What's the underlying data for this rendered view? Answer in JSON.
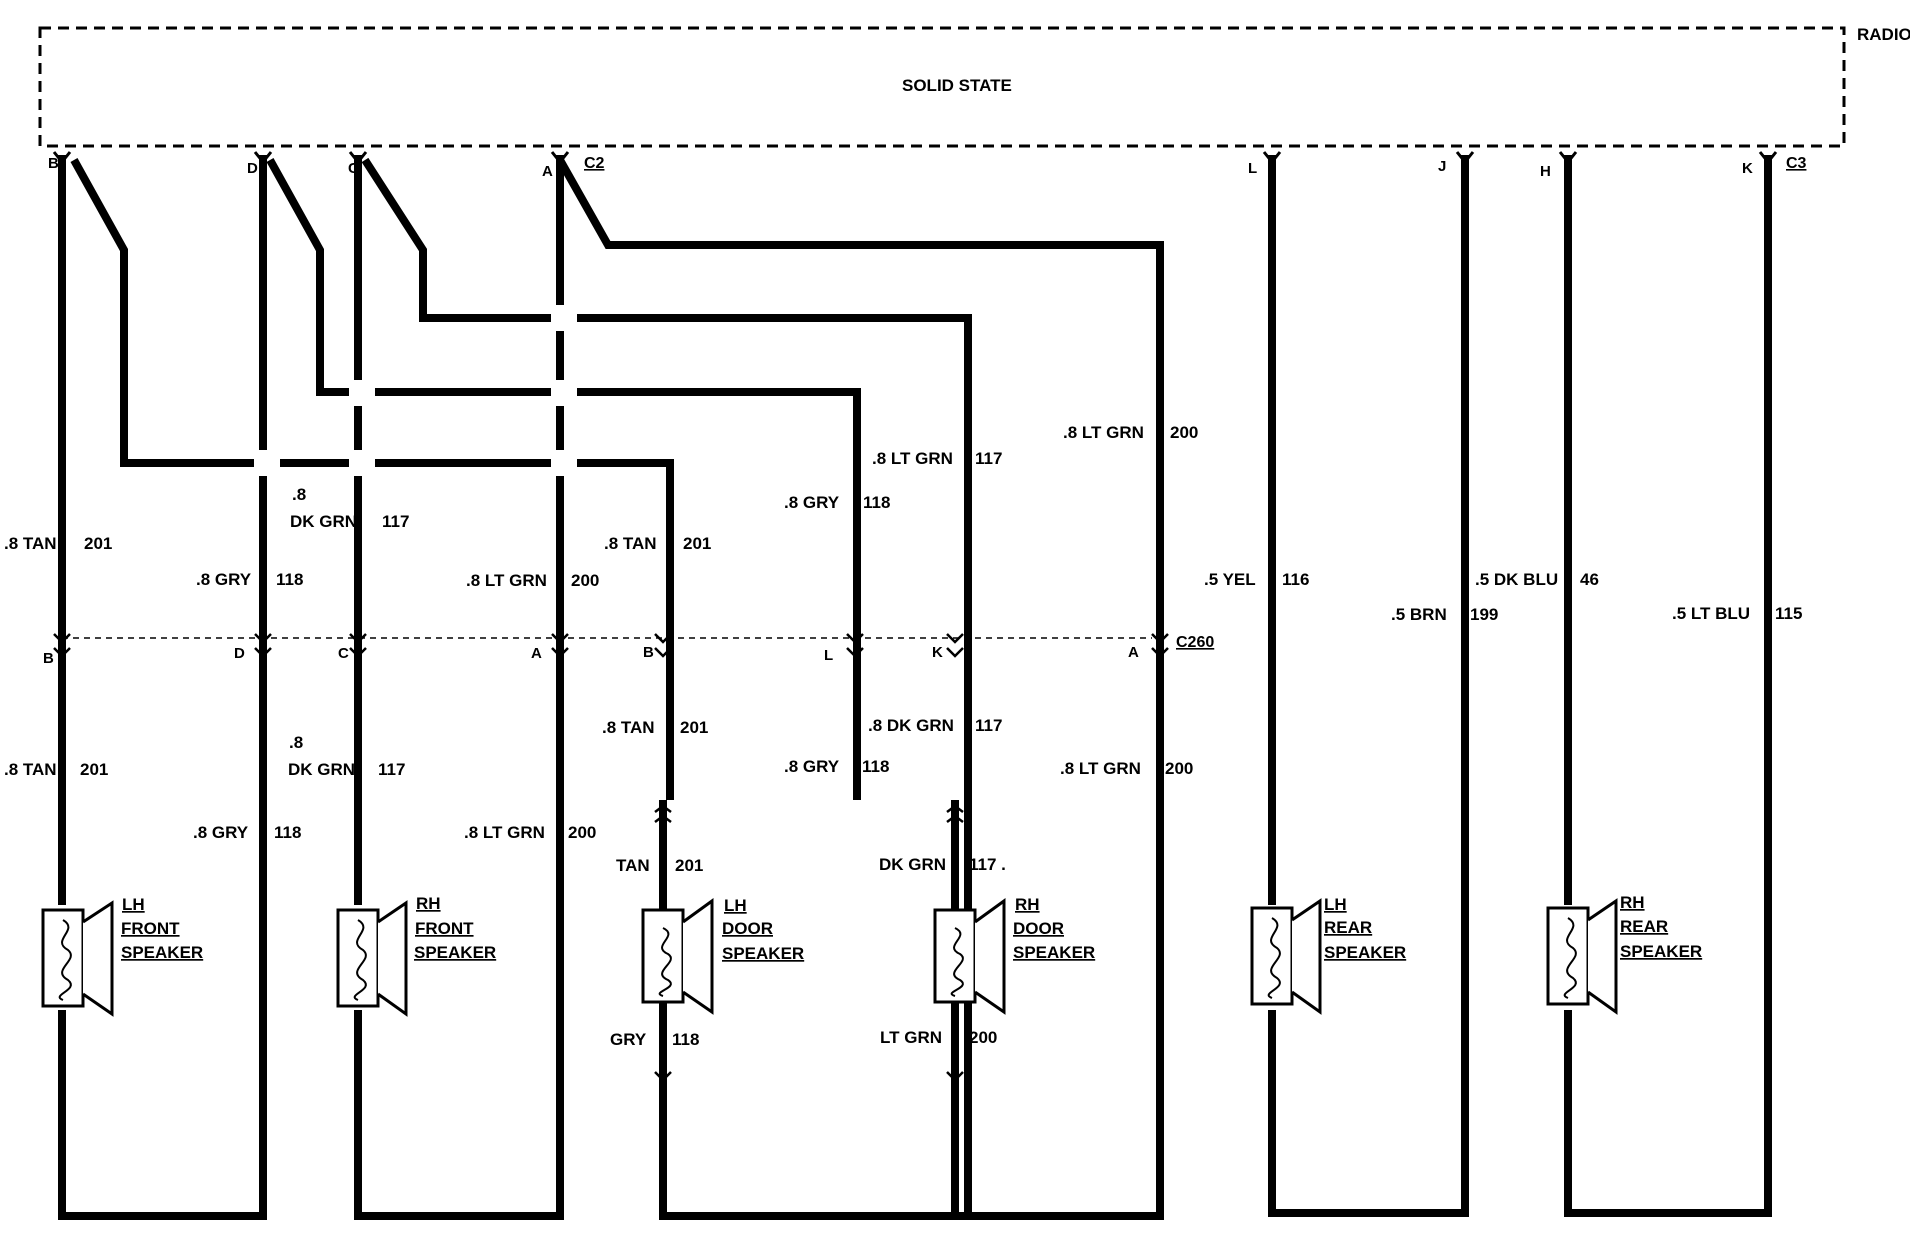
{
  "radio": {
    "title": "RADIO",
    "subtitle": "SOLID STATE"
  },
  "connectors": {
    "c2": "C2",
    "c3": "C3",
    "c260": "C260"
  },
  "pins": {
    "c2": [
      "B",
      "D",
      "C",
      "A"
    ],
    "c3": [
      "L",
      "J",
      "H",
      "K"
    ],
    "c260": [
      "B",
      "D",
      "C",
      "A",
      "B",
      "L",
      "K",
      "A"
    ]
  },
  "wire_labels": [
    {
      "id": "w1",
      "gauge_color": ".8 TAN",
      "circuit": "201"
    },
    {
      "id": "w2a",
      "gauge_color": ".8",
      "circuit": ""
    },
    {
      "id": "w2b",
      "gauge_color": "DK GRN",
      "circuit": "117"
    },
    {
      "id": "w3",
      "gauge_color": ".8 GRY",
      "circuit": "118"
    },
    {
      "id": "w4",
      "gauge_color": ".8 LT GRN",
      "circuit": "200"
    },
    {
      "id": "w5",
      "gauge_color": ".8 TAN",
      "circuit": "201"
    },
    {
      "id": "w6",
      "gauge_color": ".8 GRY",
      "circuit": "118"
    },
    {
      "id": "w7",
      "gauge_color": ".8 LT GRN",
      "circuit": "117"
    },
    {
      "id": "w8",
      "gauge_color": ".8 LT GRN",
      "circuit": "200"
    },
    {
      "id": "w9",
      "gauge_color": ".5 YEL",
      "circuit": "116"
    },
    {
      "id": "w10",
      "gauge_color": ".5 BRN",
      "circuit": "199"
    },
    {
      "id": "w11",
      "gauge_color": ".5 DK BLU",
      "circuit": "46"
    },
    {
      "id": "w12",
      "gauge_color": ".5 LT BLU",
      "circuit": "115"
    },
    {
      "id": "w13",
      "gauge_color": ".8 TAN",
      "circuit": "201"
    },
    {
      "id": "w14a",
      "gauge_color": ".8",
      "circuit": ""
    },
    {
      "id": "w14b",
      "gauge_color": "DK GRN",
      "circuit": "117"
    },
    {
      "id": "w15",
      "gauge_color": ".8 GRY",
      "circuit": "118"
    },
    {
      "id": "w16",
      "gauge_color": ".8 LT GRN",
      "circuit": "200"
    },
    {
      "id": "w17",
      "gauge_color": ".8 TAN",
      "circuit": "201"
    },
    {
      "id": "w18",
      "gauge_color": ".8 GRY",
      "circuit": "118"
    },
    {
      "id": "w19",
      "gauge_color": ".8 DK GRN",
      "circuit": "117"
    },
    {
      "id": "w20",
      "gauge_color": ".8 LT GRN",
      "circuit": "200"
    },
    {
      "id": "w21",
      "gauge_color": "TAN",
      "circuit": "201"
    },
    {
      "id": "w22",
      "gauge_color": "DK GRN",
      "circuit": "117 ."
    },
    {
      "id": "w23",
      "gauge_color": "GRY",
      "circuit": "118"
    },
    {
      "id": "w24",
      "gauge_color": "LT GRN",
      "circuit": "200"
    }
  ],
  "speakers": [
    {
      "id": "lh-front",
      "line1": "LH",
      "line2": "FRONT",
      "line3": "SPEAKER"
    },
    {
      "id": "rh-front",
      "line1": "RH",
      "line2": "FRONT",
      "line3": "SPEAKER"
    },
    {
      "id": "lh-door",
      "line1": "LH",
      "line2": "DOOR",
      "line3": "SPEAKER"
    },
    {
      "id": "rh-door",
      "line1": "RH",
      "line2": "DOOR",
      "line3": "SPEAKER"
    },
    {
      "id": "lh-rear",
      "line1": "LH",
      "line2": "REAR",
      "line3": "SPEAKER"
    },
    {
      "id": "rh-rear",
      "line1": "RH",
      "line2": "REAR",
      "line3": "SPEAKER"
    }
  ]
}
